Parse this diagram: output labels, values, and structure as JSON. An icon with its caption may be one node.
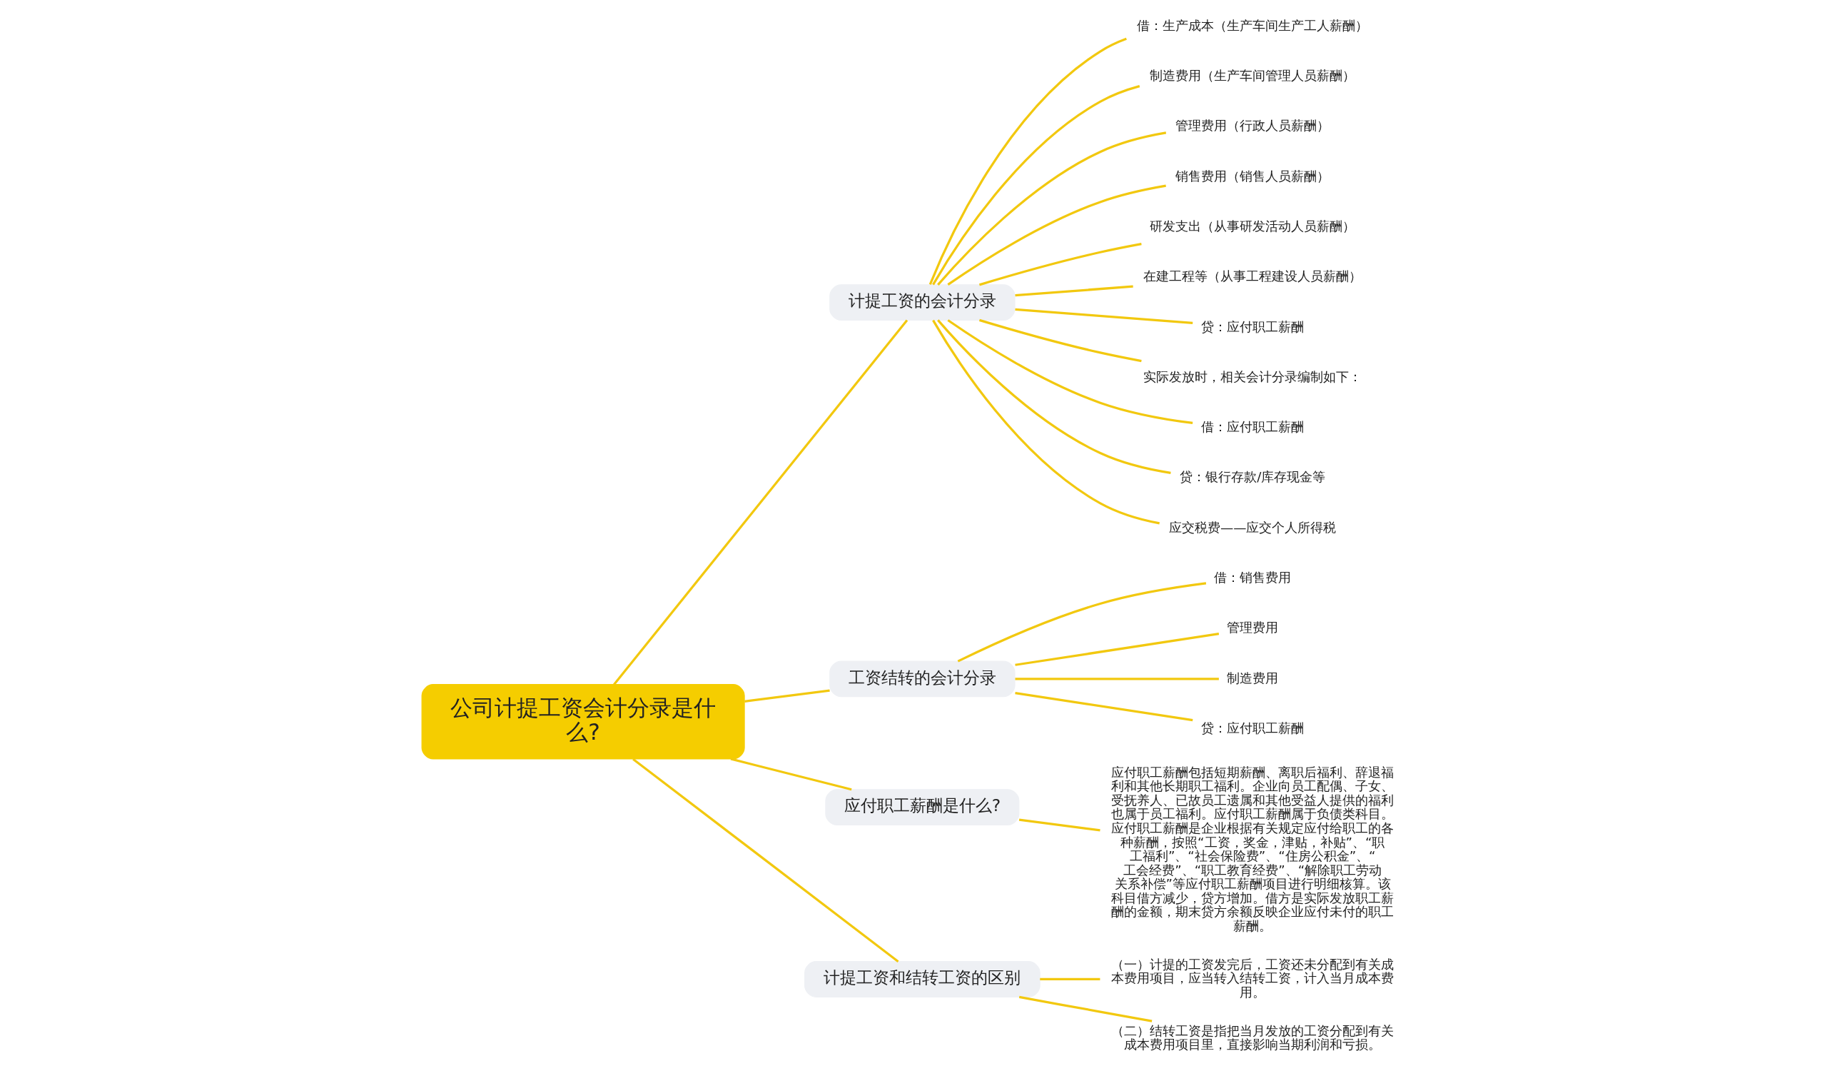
{
  "diagram": {
    "nodes": [
      {
        "text": [
          "公司计提工资会计分录是什么?"
        ]
      },
      {
        "text": [
          "计提工资的会计分录"
        ]
      },
      {
        "text": [
          "借：生产成本（生产车间生产工人薪酬）"
        ]
      },
      {
        "text": [
          "制造费用（生产车间管理人员薪酬）"
        ]
      },
      {
        "text": [
          "管理费用（行政人员薪酬）"
        ]
      },
      {
        "text": [
          "销售费用（销售人员薪酬）"
        ]
      },
      {
        "text": [
          "研发支出（从事研发活动人员薪酬）"
        ]
      },
      {
        "text": [
          "在建工程等（从事工程建设人员薪酬）"
        ]
      },
      {
        "text": [
          "贷：应付职工薪酬"
        ]
      },
      {
        "text": [
          "实际发放时，相关会计分录编制如下："
        ]
      },
      {
        "text": [
          "借：应付职工薪酬"
        ]
      },
      {
        "text": [
          "贷：银行存款/库存现金等"
        ]
      },
      {
        "text": [
          "应交税费——应交个人所得税"
        ]
      },
      {
        "text": [
          "工资结转的会计分录"
        ]
      },
      {
        "text": [
          "借：销售费用"
        ]
      },
      {
        "text": [
          "管理费用"
        ]
      },
      {
        "text": [
          "制造费用"
        ]
      },
      {
        "text": [
          "贷：应付职工薪酬"
        ]
      },
      {
        "text": [
          "应付职工薪酬是什么?"
        ]
      },
      {
        "text": [
          "应付职工薪酬包括短期薪酬、离职后福利、辞退福利和其他长期职工福利。企业向员工配偶、子女、受抚养人、已故员工遗属和其他受益人提供的福利也属于员工福利。应付职工薪酬属于负债类科目。应付职工薪酬是企业根据有关规定应付给职工的各种薪酬，按照“工资，奖金，津贴，补贴”、“职工福利”、“社会保险费”、“住房公积金”、“工会经费”、“职工教育经费”、“解除职工劳动关系补偿”等应付职工薪酬项目进行明细核算。该科目借方减少，贷方增加。借方是实际发放职工薪酬的金额，期末贷方余额反映企业应付未付的职工薪酬。"
        ]
      },
      {
        "text": [
          "计提工资和结转工资的区别"
        ]
      },
      {
        "text": [
          "（一）计提的工资发完后，工资还未分配到有关成本费用项目，应当转入结转工资，计入当月成本费用。"
        ]
      },
      {
        "text": [
          "（二）结转工资是指把当月发放的工资分配到有关成本费用项目里，直接影响当期利润和亏损。"
        ]
      }
    ],
    "edges": [
      {
        "from": 0,
        "to": 1,
        "arrow": "none"
      },
      {
        "from": 1,
        "to": 2,
        "arrow": "none"
      },
      {
        "from": 1,
        "to": 3,
        "arrow": "none"
      },
      {
        "from": 1,
        "to": 4,
        "arrow": "none"
      },
      {
        "from": 1,
        "to": 5,
        "arrow": "none"
      },
      {
        "from": 1,
        "to": 6,
        "arrow": "none"
      },
      {
        "from": 1,
        "to": 7,
        "arrow": "none"
      },
      {
        "from": 1,
        "to": 8,
        "arrow": "none"
      },
      {
        "from": 1,
        "to": 9,
        "arrow": "none"
      },
      {
        "from": 1,
        "to": 10,
        "arrow": "none"
      },
      {
        "from": 1,
        "to": 11,
        "arrow": "none"
      },
      {
        "from": 1,
        "to": 12,
        "arrow": "none"
      },
      {
        "from": 0,
        "to": 13,
        "arrow": "none"
      },
      {
        "from": 13,
        "to": 14,
        "arrow": "none"
      },
      {
        "from": 13,
        "to": 15,
        "arrow": "none"
      },
      {
        "from": 13,
        "to": 16,
        "arrow": "none"
      },
      {
        "from": 13,
        "to": 17,
        "arrow": "none"
      },
      {
        "from": 0,
        "to": 18,
        "arrow": "none"
      },
      {
        "from": 18,
        "to": 19,
        "arrow": "none"
      },
      {
        "from": 0,
        "to": 20,
        "arrow": "none"
      },
      {
        "from": 20,
        "to": 21,
        "arrow": "none"
      },
      {
        "from": 20,
        "to": 22,
        "arrow": "none"
      }
    ]
  }
}
